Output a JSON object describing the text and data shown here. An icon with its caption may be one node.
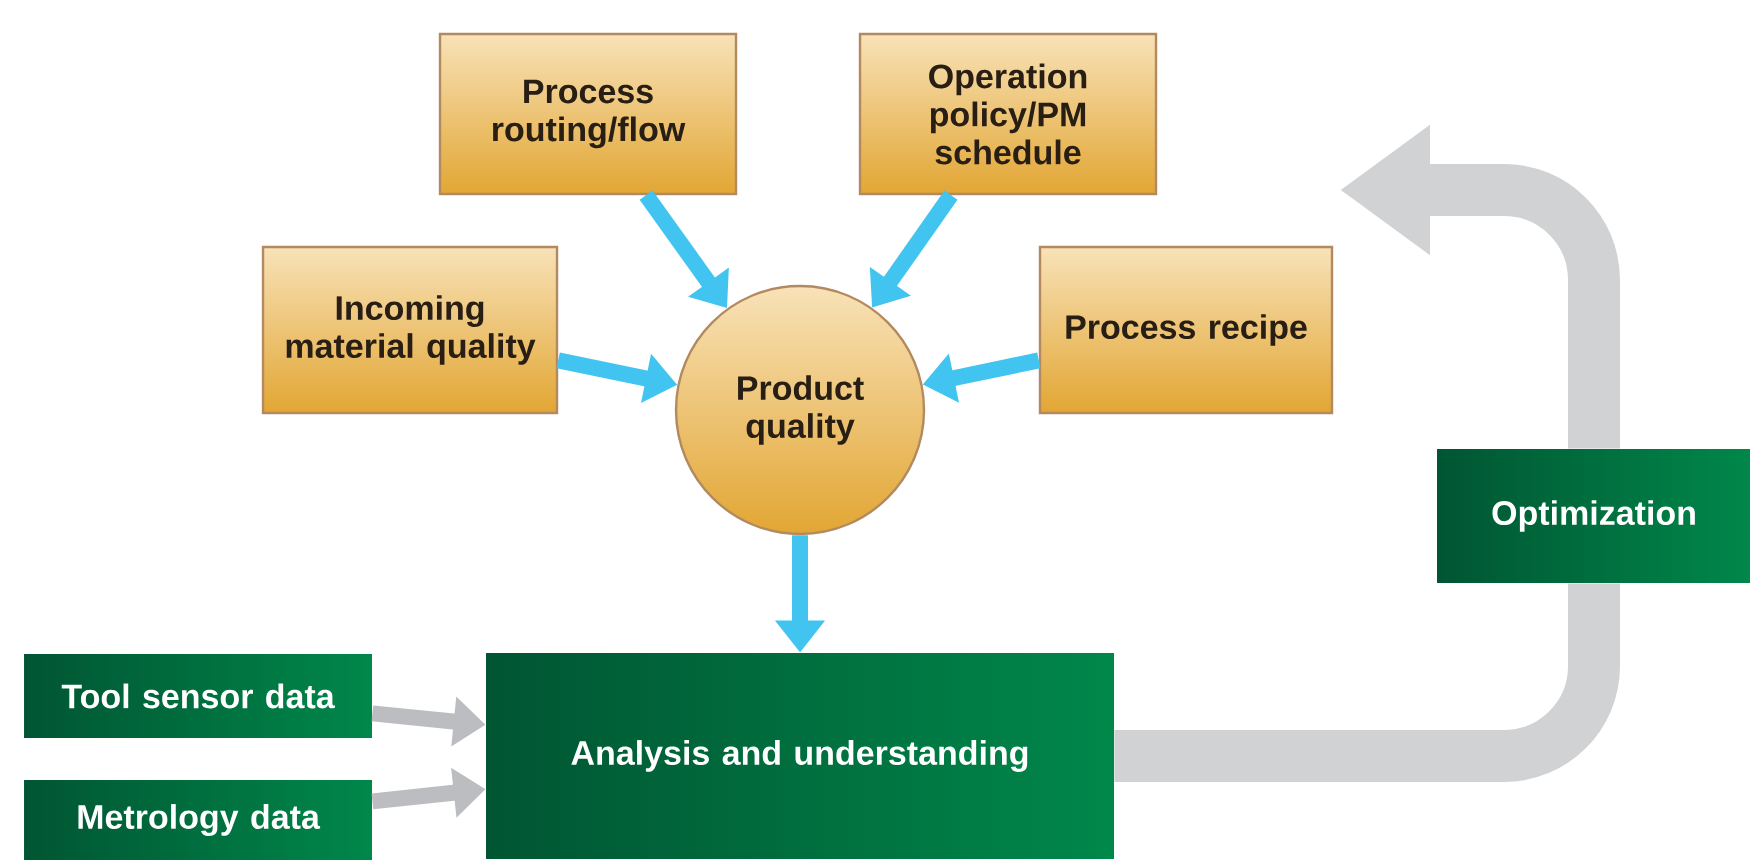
{
  "diagram": {
    "nodes": [
      {
        "text": [
          "Process routing/flow"
        ]
      },
      {
        "text": [
          "Operation policy/PM schedule"
        ]
      },
      {
        "text": [
          "Incoming material quality"
        ]
      },
      {
        "text": [
          "Product quality"
        ]
      },
      {
        "text": [
          "Process recipe"
        ]
      },
      {
        "text": [
          "Optimization"
        ]
      },
      {
        "text": [
          "Tool sensor data"
        ]
      },
      {
        "text": [
          "Metrology data"
        ]
      },
      {
        "text": [
          "Analysis and understanding"
        ]
      }
    ],
    "edges": [
      {
        "from": 0,
        "to": 3,
        "arrow": "to"
      },
      {
        "from": 1,
        "to": 3,
        "arrow": "to"
      },
      {
        "from": 2,
        "to": 3,
        "arrow": "to"
      },
      {
        "from": 4,
        "to": 3,
        "arrow": "to"
      },
      {
        "from": 3,
        "to": 8,
        "arrow": "to"
      },
      {
        "from": 6,
        "to": 8,
        "arrow": "to",
        "color": "#bcbdc0"
      },
      {
        "from": 7,
        "to": 8,
        "arrow": "to",
        "color": "#bcbdc0"
      },
      {
        "from": 8,
        "to": 5,
        "arrow": "none",
        "style": "thick",
        "color": "#d1d2d4"
      },
      {
        "from": 5,
        "to": null,
        "arrow": "to",
        "style": "thick",
        "color": "#d1d2d4"
      }
    ]
  }
}
